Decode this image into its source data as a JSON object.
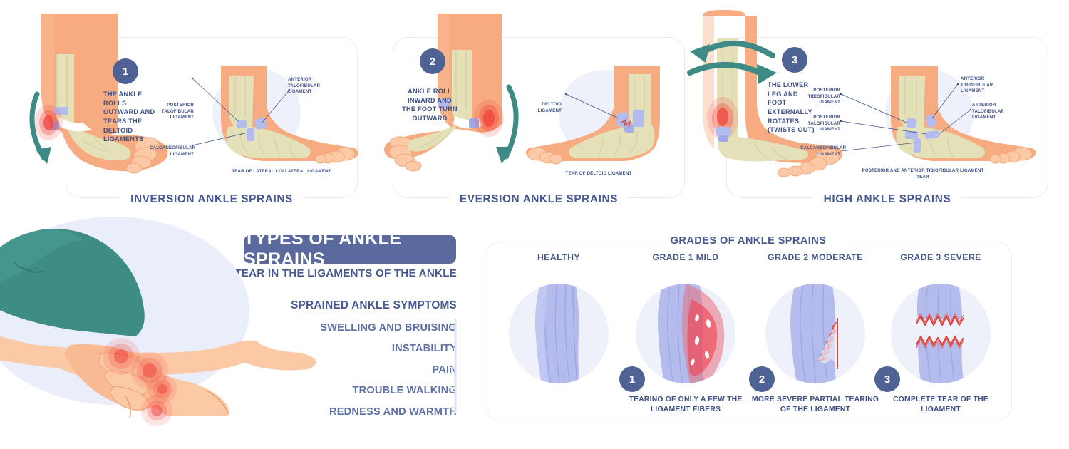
{
  "colors": {
    "deep_blue": "#3d4f84",
    "badge_blue": "#4f6294",
    "title_badge": "#5a6a9e",
    "skin": "#f6ab80",
    "skin_light": "#fbc9a6",
    "bone": "#e4e0b8",
    "ligament": "#b4bcee",
    "circle_bg": "#eef0fa",
    "teal": "#3d8b84",
    "pain_red": "#f1403c",
    "tear_red": "#d9453f",
    "shorts_teal": "#3d8d85",
    "card_border": "#e9eaf6"
  },
  "title": {
    "main": "TYPES OF ANKLE SPRAINS",
    "subtitle": "TEAR IN THE LIGAMENTS OF THE ANKLE"
  },
  "symptoms": {
    "heading": "SPRAINED ANKLE SYMPTOMS",
    "items": [
      "SWELLING AND BRUISING",
      "INSTABILITY",
      "PAIN",
      "TROUBLE WALKING",
      "REDNESS AND WARMTH"
    ]
  },
  "types": [
    {
      "number": "1",
      "caption": "INVERSION ANKLE SPRAINS",
      "step_text": "THE ANKLE ROLLS OUTWARD AND TEARS THE DELTOID LIGAMENTS",
      "tear_label": "TEAR OF LATERAL COLLATERAL LIGAMENT",
      "labels": [
        "POSTERIOR TALOFIBULAR LIGAMENT",
        "ANTERIOR TALOFIBULAR LIGAMENT",
        "CALCANEOFIBULAR LIGAMENT"
      ]
    },
    {
      "number": "2",
      "caption": "EVERSION ANKLE SPRAINS",
      "step_text": "ANKLE ROLL INWARD AND THE FOOT TURN OUTWARD",
      "tear_label": "TEAR OF DELTOID LIGAMENT",
      "labels": [
        "DELTOID LIGAMENT"
      ]
    },
    {
      "number": "3",
      "caption": "HIGH ANKLE SPRAINS",
      "step_text": "THE LOWER LEG AND FOOT EXTERNALLY ROTATES (TWISTS OUT)",
      "tear_label": "POSTERIOR AND ANTERIOR TIBIOFIBULAR LIGAMENT TEAR",
      "labels": [
        "POSTERIOR TIBIOFIBULAR LIGAMENT",
        "ANTERIOR TIBIOFIBULAR LIGAMENT",
        "POSTERIOR TALOFIBULAR LIGAMENT",
        "ANTERIOR TALOFIBULAR LIGAMENT",
        "CALCANEOFIBULAR LIGAMENT"
      ]
    }
  ],
  "grades": {
    "title": "GRADES OF ANKLE SPRAINS",
    "columns": [
      {
        "heading": "HEALTHY",
        "badge": "",
        "desc": ""
      },
      {
        "heading": "GRADE 1   MILD",
        "badge": "1",
        "desc": "TEARING OF ONLY A FEW THE LIGAMENT FIBERS"
      },
      {
        "heading": "GRADE 2   MODERATE",
        "badge": "2",
        "desc": "MORE SEVERE PARTIAL TEARING OF THE LIGAMENT"
      },
      {
        "heading": "GRADE 3   SEVERE",
        "badge": "3",
        "desc": "COMPLETE TEAR OF THE LIGAMENT"
      }
    ]
  }
}
